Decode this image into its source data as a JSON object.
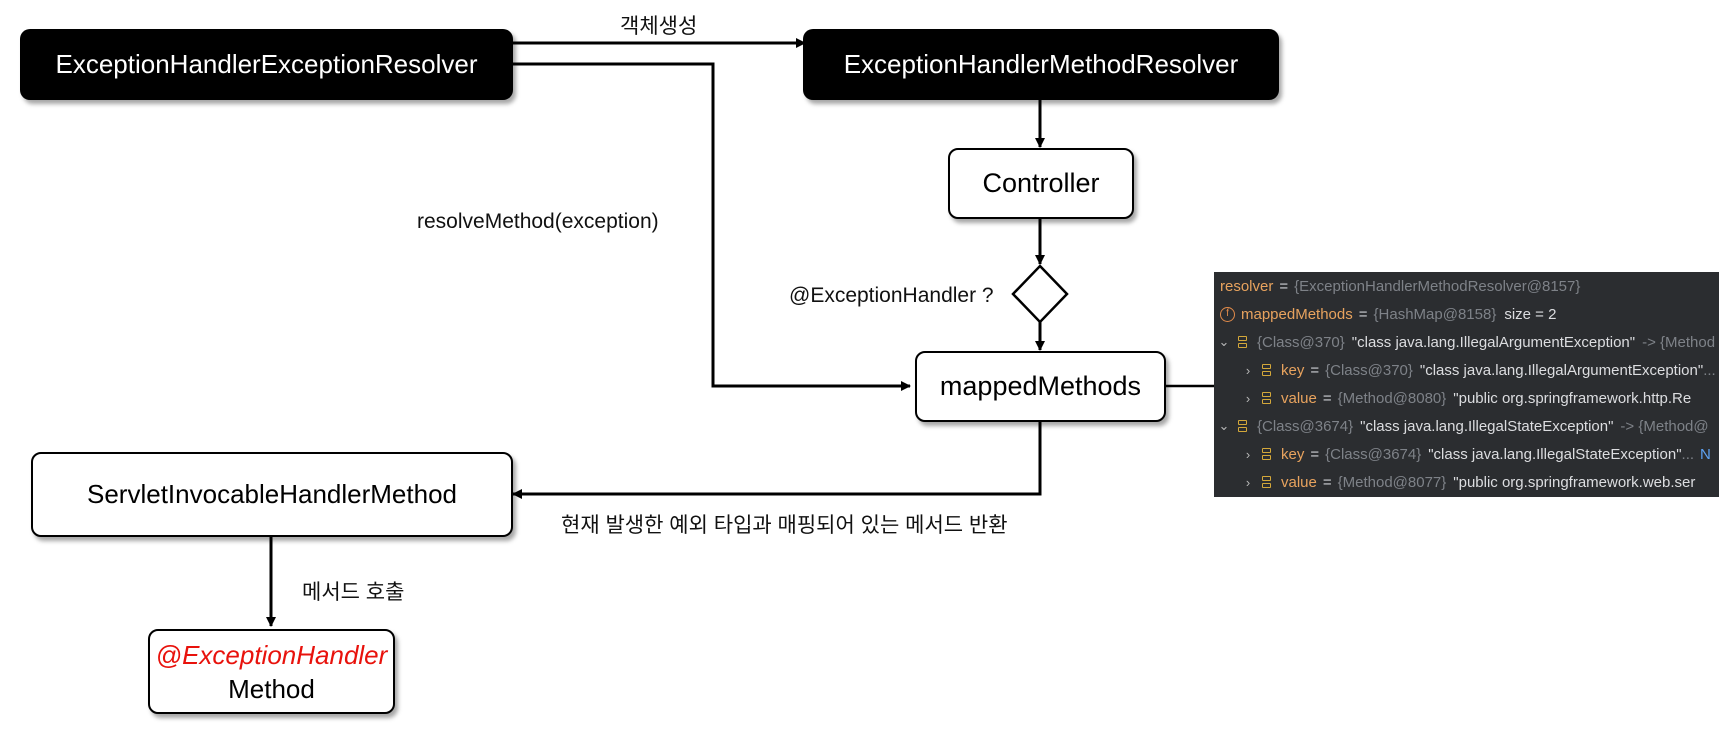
{
  "nodes": {
    "exception_resolver": "ExceptionHandlerExceptionResolver",
    "method_resolver": "ExceptionHandlerMethodResolver",
    "controller": "Controller",
    "mapped_methods": "mappedMethods",
    "invocable_method": "ServletInvocableHandlerMethod",
    "target_method_annotation": "@ExceptionHandler",
    "target_method_name": "Method"
  },
  "labels": {
    "create_object": "객체생성",
    "resolve_method": "resolveMethod(exception)",
    "exception_handler_check": "@ExceptionHandler ?",
    "return_mapped": "현재 발생한 예외 타입과 매핑되어 있는 메서드 반환",
    "call_method": "메서드 호출"
  },
  "debugger": {
    "rows": [
      {
        "name": "resolver",
        "eq": "=",
        "ref": "{ExceptionHandlerMethodResolver@8157}"
      },
      {
        "name": "mappedMethods",
        "eq": "=",
        "ref": "{HashMap@8158}",
        "extra": "size = 2"
      },
      {
        "ref": "{Class@370}",
        "str": "\"class java.lang.IllegalArgumentException\"",
        "tail": "-> {Method"
      },
      {
        "name": "key",
        "eq": "=",
        "ref": "{Class@370}",
        "str": "\"class java.lang.IllegalArgumentException\"",
        "tail": "..."
      },
      {
        "name": "value",
        "eq": "=",
        "ref": "{Method@8080}",
        "str": "\"public org.springframework.http.Re"
      },
      {
        "ref": "{Class@3674}",
        "str": "\"class java.lang.IllegalStateException\"",
        "tail": "-> {Method@"
      },
      {
        "name": "key",
        "eq": "=",
        "ref": "{Class@3674}",
        "str": "\"class java.lang.IllegalStateException\"",
        "tail": "...",
        "blue": "N"
      },
      {
        "name": "value",
        "eq": "=",
        "ref": "{Method@8077}",
        "str": "\"public org.springframework.web.ser"
      }
    ]
  },
  "colors": {
    "dark_node": "#000000",
    "accent": "#e8120c",
    "debug_bg": "#2b2d30",
    "debug_name": "#e8a35e"
  }
}
